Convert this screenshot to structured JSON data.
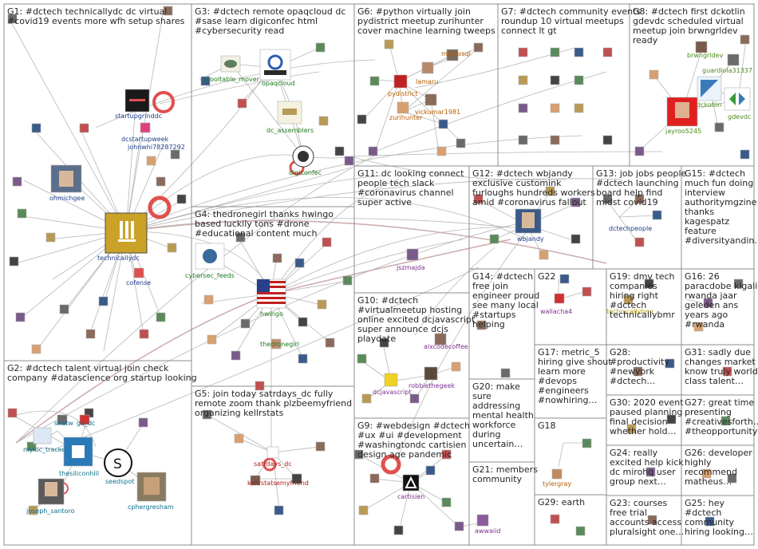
{
  "colors": {
    "frame": "#8c8c8c",
    "title_text": "#262626",
    "label_blue": "#1f3c88",
    "label_green": "#1d7a1d",
    "label_orange": "#b35c00",
    "label_purple": "#7b2f8f",
    "label_teal": "#0e6f8f",
    "edge": "#b7b7b7",
    "selfloop": "#e05050",
    "hub_gold": "#c9a227"
  },
  "groups": [
    {
      "id": "g1",
      "lines": [
        "G1: #dctech technicallydc dc virtual",
        "#covid19 events more wfh setup shares"
      ]
    },
    {
      "id": "g2",
      "lines": [
        "G2: #dctech talent virtual join check",
        "company #datascience org startup looking"
      ]
    },
    {
      "id": "g3",
      "lines": [
        "G3: #dctech remote opaqcloud dc",
        "#sase learn digiconfec html",
        "#cybersecurity read"
      ]
    },
    {
      "id": "g4",
      "lines": [
        "G4: thedronegirl thanks hwingo",
        "based luckily tons #drone",
        "#educational content much"
      ]
    },
    {
      "id": "g5",
      "lines": [
        "G5: join today satrdays_dc fully",
        "remote zoom thank plzbeemyfriend",
        "organizing kellrstats"
      ]
    },
    {
      "id": "g6",
      "lines": [
        "G6: #python virtually join",
        "pydistrict meetup zurihunter",
        "cover machine learning tweeps"
      ]
    },
    {
      "id": "g7",
      "lines": [
        "G7: #dctech community events",
        "roundup 10 virtual meetups",
        "connect lt gt"
      ]
    },
    {
      "id": "g8",
      "lines": [
        "G8: #dctech first dckotlin",
        "gdevdc scheduled virtual",
        "meetup join brwngrldev",
        "ready"
      ]
    },
    {
      "id": "g9",
      "lines": [
        "G9: #webdesign #dctech",
        "#ux #ui #development",
        "#washingtondc cartisien",
        "design age pandemic"
      ]
    },
    {
      "id": "g10",
      "lines": [
        "G10: #dctech",
        "#virtualmeetup hosting",
        "online excited dcjavascript",
        "super announce dcjs",
        "playdate"
      ]
    },
    {
      "id": "g11",
      "lines": [
        "G11: dc looking connect",
        "people tech slack",
        "#coronavirus channel",
        "super active"
      ]
    },
    {
      "id": "g12",
      "lines": [
        "G12: #dctech wbjandy",
        "exclusive customink",
        "furloughs hundreds workers",
        "amid #coronavirus fallout"
      ]
    },
    {
      "id": "g13",
      "lines": [
        "G13: job jobs people",
        "#dctech launching",
        "board help find",
        "midst covid19"
      ]
    },
    {
      "id": "g14",
      "lines": [
        "G14: #dctech",
        "free join",
        "engineer proud",
        "see many local",
        "#startups",
        "helping"
      ]
    },
    {
      "id": "g15",
      "lines": [
        "G15: #dctech",
        "much fun doing",
        "interview",
        "authoritymgzine",
        "thanks",
        "kagespatz",
        "feature",
        "#diversityandin…"
      ]
    },
    {
      "id": "g16",
      "lines": [
        "G16: 26",
        "paracdobe kigali",
        "rwanda jaar",
        "geleden ans",
        "years ago",
        "#rwanda"
      ]
    },
    {
      "id": "g17",
      "lines": [
        "G17: metric_5",
        "hiring give shout",
        "learn more",
        "#devops",
        "#engineers",
        "#nowhiring…"
      ]
    },
    {
      "id": "g18",
      "lines": [
        "G18"
      ]
    },
    {
      "id": "g19",
      "lines": [
        "G19: dmv tech",
        "companies",
        "hiring right",
        "#dctech",
        "technicallybmr"
      ]
    },
    {
      "id": "g20",
      "lines": [
        "G20: make",
        "sure",
        "addressing",
        "mental health",
        "workforce",
        "during",
        "uncertain…"
      ]
    },
    {
      "id": "g21",
      "lines": [
        "G21: members",
        "community"
      ]
    },
    {
      "id": "g22",
      "lines": [
        "G22"
      ]
    },
    {
      "id": "g23",
      "lines": [
        "G23: courses",
        "free trial",
        "accounts access",
        "pluralsight one…"
      ]
    },
    {
      "id": "g24",
      "lines": [
        "G24: really",
        "excited help kick",
        "dc mirohq user",
        "group next…"
      ]
    },
    {
      "id": "g25",
      "lines": [
        "G25: hey",
        "#dctech",
        "community",
        "hiring looking…"
      ]
    },
    {
      "id": "g26",
      "lines": [
        "G26: developer",
        "highly",
        "recommend",
        "matheus…"
      ]
    },
    {
      "id": "g27",
      "lines": [
        "G27: great time",
        "presenting",
        "#creativesforth…",
        "#theopportunity…"
      ]
    },
    {
      "id": "g28",
      "lines": [
        "G28:",
        "#productivity",
        "#newyork",
        "#dctech…"
      ]
    },
    {
      "id": "g29",
      "lines": [
        "G29: earth"
      ]
    },
    {
      "id": "g30",
      "lines": [
        "G30: 2020 event",
        "paused planning",
        "final decision",
        "whether hold…"
      ]
    },
    {
      "id": "g31",
      "lines": [
        "G31: sadly due",
        "changes market",
        "know truly world",
        "class talent…"
      ]
    }
  ],
  "nodes": [
    {
      "id": "technicallydc",
      "label": "technicallydc",
      "color": "#1f3c88"
    },
    {
      "id": "ohmichgee",
      "label": "ohmichgee",
      "color": "#1f3c88"
    },
    {
      "id": "startupgrinddc",
      "label": "startupgrinddc",
      "color": "#1f3c88"
    },
    {
      "id": "dcstartupweek",
      "label": "dcstartupweek",
      "color": "#1f3c88"
    },
    {
      "id": "johnwhi78287292",
      "label": "johnwhi78287292",
      "color": "#1f3c88"
    },
    {
      "id": "cofense",
      "label": "cofense",
      "color": "#1f3c88"
    },
    {
      "id": "pooltable_mover",
      "label": "pooltable_mover",
      "color": "#1d7a1d"
    },
    {
      "id": "opaqcloud",
      "label": "opaqcloud",
      "color": "#1d7a1d"
    },
    {
      "id": "dc_assemblers",
      "label": "dc_assemblers",
      "color": "#1d7a1d"
    },
    {
      "id": "digiconfec",
      "label": "digiconfec",
      "color": "#1d7a1d"
    },
    {
      "id": "cybersec_feeds",
      "label": "cybersec_feeds",
      "color": "#1d7a1d"
    },
    {
      "id": "hwingo",
      "label": "hwingo",
      "color": "#1d7a1d"
    },
    {
      "id": "thedronegirl",
      "label": "thedronegirl",
      "color": "#1d7a1d"
    },
    {
      "id": "shatw",
      "label": "shatw",
      "color": "#0e6f8f"
    },
    {
      "id": "ga_dc",
      "label": "ga_dc",
      "color": "#0e6f8f"
    },
    {
      "id": "myloc_tracker",
      "label": "myloc_tracke",
      "color": "#0e6f8f"
    },
    {
      "id": "thesiliconhill",
      "label": "thesiliconhill",
      "color": "#0e6f8f"
    },
    {
      "id": "seedspot",
      "label": "seedspot",
      "color": "#0e6f8f"
    },
    {
      "id": "joseph_santoro",
      "label": "joseph_santoro",
      "color": "#0e6f8f"
    },
    {
      "id": "cphergresham",
      "label": "cphergresham",
      "color": "#0e6f8f"
    },
    {
      "id": "satrdays_dc",
      "label": "satrdays_dc",
      "color": "#b01b1b"
    },
    {
      "id": "kellrstats",
      "label": "kellrstats",
      "color": "#b01b1b"
    },
    {
      "id": "plzbeemyfriend",
      "label": "emyfriend",
      "color": "#b01b1b"
    },
    {
      "id": "mistersql",
      "label": "mistersql",
      "color": "#b35c00"
    },
    {
      "id": "lamaru",
      "label": "lamaru",
      "color": "#b35c00"
    },
    {
      "id": "pydistrict",
      "label": "pydistrict",
      "color": "#b35c00"
    },
    {
      "id": "vickumar1981",
      "label": "vickumar1981",
      "color": "#b35c00"
    },
    {
      "id": "zurihunter",
      "label": "zurihunter",
      "color": "#b35c00"
    },
    {
      "id": "brwngrldev",
      "label": "brwngrldev",
      "color": "#4d8a1d"
    },
    {
      "id": "guardiola31337",
      "label": "guardiola31337",
      "color": "#4d8a1d"
    },
    {
      "id": "dckotlin",
      "label": "dckotlin",
      "color": "#4d8a1d"
    },
    {
      "id": "jayroo5245",
      "label": "jayroo5245",
      "color": "#4d8a1d"
    },
    {
      "id": "gdevdc",
      "label": "gdevdc",
      "color": "#4d8a1d"
    },
    {
      "id": "jszmajda",
      "label": "jszmajda",
      "color": "#7b2f8f"
    },
    {
      "id": "wbjandy",
      "label": "wbjandy",
      "color": "#1f3c88"
    },
    {
      "id": "dctechpeople",
      "label": "dctechpeople",
      "color": "#1f3c88"
    },
    {
      "id": "alxcodecoffee",
      "label": "alxcodecoffee",
      "color": "#7b2f8f"
    },
    {
      "id": "dcjavascript",
      "label": "dcjavascript",
      "color": "#7b2f8f"
    },
    {
      "id": "robbiethegeek",
      "label": "robbiethegeek",
      "color": "#7b2f8f"
    },
    {
      "id": "cartisien",
      "label": "cartisien",
      "color": "#7b2f8f"
    },
    {
      "id": "wallacha4",
      "label": "wallacha4",
      "color": "#7b2f8f"
    },
    {
      "id": "technicallybmr",
      "label": "technicallybmr",
      "color": "#b8a000"
    },
    {
      "id": "tylergray",
      "label": "tylergray",
      "color": "#b35c00"
    },
    {
      "id": "awwaiid",
      "label": "awwaiid",
      "color": "#7b2f8f"
    }
  ]
}
